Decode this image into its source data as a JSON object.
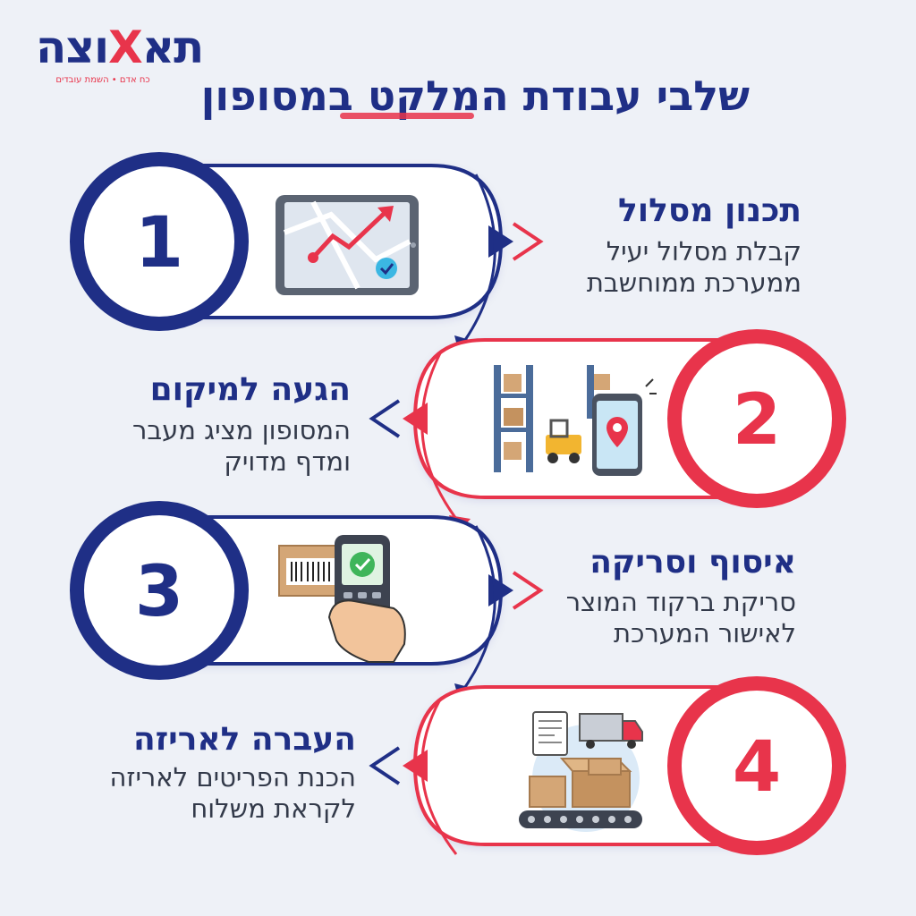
{
  "logo": {
    "part1": "תא",
    "part2": "וצה",
    "mark": "X",
    "tagline": "כח אדם • השמת עובדים"
  },
  "title": "שלבי עבודת המלקט במסופון",
  "colors": {
    "navy": "#1f2f86",
    "red": "#e8344b",
    "background": "#eef1f7",
    "card": "#ffffff"
  },
  "steps": [
    {
      "number": "1",
      "title": "תכנון מסלול",
      "desc_line1": "קבלת מסלול יעיל",
      "desc_line2": "ממערכת ממוחשבת",
      "icon": "tablet-map-route-icon",
      "color": "#1f2f86"
    },
    {
      "number": "2",
      "title": "הגעה למיקום",
      "desc_line1": "המסופון מציג מעבר",
      "desc_line2": "ומדף מדויק",
      "icon": "warehouse-location-icon",
      "color": "#e8344b"
    },
    {
      "number": "3",
      "title": "איסוף וסריקה",
      "desc_line1": "סריקת ברקוד המוצר",
      "desc_line2": "לאישור המערכת",
      "icon": "barcode-scanner-icon",
      "color": "#1f2f86"
    },
    {
      "number": "4",
      "title": "העברה לאריזה",
      "desc_line1": "הכנת הפריטים לאריזה",
      "desc_line2": "לקראת משלוח",
      "icon": "packing-conveyor-icon",
      "color": "#e8344b"
    }
  ]
}
